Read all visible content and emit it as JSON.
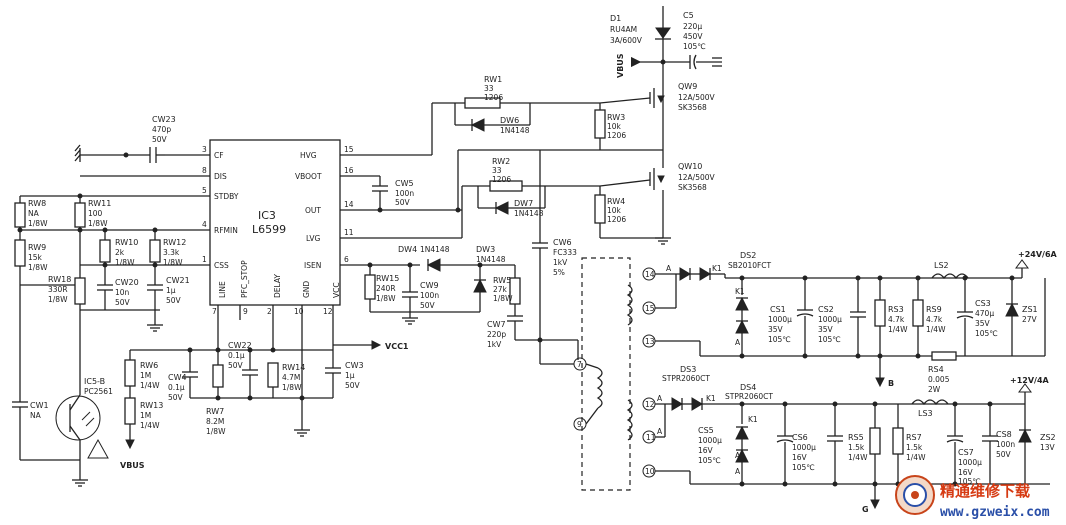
{
  "ic": {
    "ref": "IC3",
    "part": "L6599",
    "pins": [
      {
        "num": "3",
        "name": "CF"
      },
      {
        "num": "8",
        "name": "DIS"
      },
      {
        "num": "5",
        "name": "STDBY"
      },
      {
        "num": "4",
        "name": "RFMIN"
      },
      {
        "num": "1",
        "name": "CSS"
      },
      {
        "num": "7",
        "name": "LINE"
      },
      {
        "num": "9",
        "name": "PFC_STOP"
      },
      {
        "num": "2",
        "name": "DELAY"
      },
      {
        "num": "10",
        "name": "GND"
      },
      {
        "num": "12",
        "name": "VCC"
      },
      {
        "num": "15",
        "name": "HVG"
      },
      {
        "num": "16",
        "name": "VBOOT"
      },
      {
        "num": "14",
        "name": "OUT"
      },
      {
        "num": "11",
        "name": "LVG"
      },
      {
        "num": "6",
        "name": "ISEN"
      }
    ]
  },
  "components": [
    {
      "ref": "D1",
      "lines": [
        "RU4AM",
        "3A/600V"
      ]
    },
    {
      "ref": "C5",
      "lines": [
        "220μ",
        "450V",
        "105℃"
      ]
    },
    {
      "ref": "QW9",
      "lines": [
        "12A/500V",
        "SK3568"
      ]
    },
    {
      "ref": "QW10",
      "lines": [
        "12A/500V",
        "SK3568"
      ]
    },
    {
      "ref": "RW1",
      "lines": [
        "33",
        "1206"
      ]
    },
    {
      "ref": "RW2",
      "lines": [
        "33",
        "1206"
      ]
    },
    {
      "ref": "RW3",
      "lines": [
        "10k",
        "1206"
      ]
    },
    {
      "ref": "RW4",
      "lines": [
        "10k",
        "1206"
      ]
    },
    {
      "ref": "DW6",
      "lines": [
        "1N4148"
      ]
    },
    {
      "ref": "DW7",
      "lines": [
        "1N4148"
      ]
    },
    {
      "ref": "CW23",
      "lines": [
        "470p",
        "50V"
      ]
    },
    {
      "ref": "CW5",
      "lines": [
        "100n",
        "50V"
      ]
    },
    {
      "ref": "RW8",
      "lines": [
        "NA",
        "1/8W"
      ]
    },
    {
      "ref": "RW11",
      "lines": [
        "100",
        "1/8W"
      ]
    },
    {
      "ref": "RW9",
      "lines": [
        "15k",
        "1/8W"
      ]
    },
    {
      "ref": "RW10",
      "lines": [
        "2k",
        "1/8W"
      ]
    },
    {
      "ref": "RW12",
      "lines": [
        "3.3k",
        "1/8W"
      ]
    },
    {
      "ref": "RW18",
      "lines": [
        "330R",
        "1/8W"
      ]
    },
    {
      "ref": "CW20",
      "lines": [
        "10n",
        "50V"
      ]
    },
    {
      "ref": "CW21",
      "lines": [
        "1μ",
        "50V"
      ]
    },
    {
      "ref": "DW4",
      "lines": [
        "1N4148"
      ]
    },
    {
      "ref": "DW3",
      "lines": [
        "1N4148"
      ]
    },
    {
      "ref": "RW15",
      "lines": [
        "240R",
        "1/8W"
      ]
    },
    {
      "ref": "CW9",
      "lines": [
        "100n",
        "50V"
      ]
    },
    {
      "ref": "RW5",
      "lines": [
        "27k",
        "1/8W"
      ]
    },
    {
      "ref": "CW6",
      "lines": [
        "FC333",
        "1kV",
        "5%"
      ]
    },
    {
      "ref": "CW7",
      "lines": [
        "220p",
        "1kV"
      ]
    },
    {
      "ref": "RW6",
      "lines": [
        "1M",
        "1/4W"
      ]
    },
    {
      "ref": "RW13",
      "lines": [
        "1M",
        "1/4W"
      ]
    },
    {
      "ref": "CW4",
      "lines": [
        "0.1μ",
        "50V"
      ]
    },
    {
      "ref": "CW22",
      "lines": [
        "0.1μ",
        "50V"
      ]
    },
    {
      "ref": "RW7",
      "lines": [
        "8.2M",
        "1/8W"
      ]
    },
    {
      "ref": "RW14",
      "lines": [
        "4.7M",
        "1/8W"
      ]
    },
    {
      "ref": "CW3",
      "lines": [
        "1μ",
        "50V"
      ]
    },
    {
      "ref": "CW1",
      "lines": [
        "NA"
      ]
    },
    {
      "ref": "IC5-B",
      "lines": [
        "PC2561"
      ]
    },
    {
      "ref": "DS2",
      "lines": [
        "SB2010FCT"
      ]
    },
    {
      "ref": "CS1",
      "lines": [
        "1000μ",
        "35V",
        "105℃"
      ]
    },
    {
      "ref": "CS2",
      "lines": [
        "1000μ",
        "35V",
        "105℃"
      ]
    },
    {
      "ref": "RS3",
      "lines": [
        "4.7k",
        "1/4W"
      ]
    },
    {
      "ref": "RS9",
      "lines": [
        "4.7k",
        "1/4W"
      ]
    },
    {
      "ref": "CS3",
      "lines": [
        "470μ",
        "35V",
        "105℃"
      ]
    },
    {
      "ref": "ZS1",
      "lines": [
        "27V"
      ]
    },
    {
      "ref": "LS2",
      "lines": []
    },
    {
      "ref": "RS4",
      "lines": [
        "0.005",
        "2W"
      ]
    },
    {
      "ref": "DS3",
      "lines": [
        "STPR2060CT"
      ]
    },
    {
      "ref": "DS4",
      "lines": [
        "STPR2060CT"
      ]
    },
    {
      "ref": "CS5",
      "lines": [
        "1000μ",
        "16V",
        "105℃"
      ]
    },
    {
      "ref": "CS6",
      "lines": [
        "1000μ",
        "16V",
        "105℃"
      ]
    },
    {
      "ref": "RS5",
      "lines": [
        "1.5k",
        "1/4W"
      ]
    },
    {
      "ref": "RS7",
      "lines": [
        "1.5k",
        "1/4W"
      ]
    },
    {
      "ref": "CS7",
      "lines": [
        "1000μ",
        "16V",
        "105℃"
      ]
    },
    {
      "ref": "CS8",
      "lines": [
        "100n",
        "50V"
      ]
    },
    {
      "ref": "ZS2",
      "lines": [
        "13V"
      ]
    },
    {
      "ref": "LS3",
      "lines": []
    }
  ],
  "nets": {
    "vbus_top": "VBUS",
    "vbus_bottom": "VBUS",
    "vcc1": "VCC1",
    "out_24v": "+24V/6A",
    "out_12v": "+12V/4A",
    "node_b": "B",
    "node_g": "G"
  },
  "transformer_pins": [
    "14",
    "15",
    "13",
    "12",
    "11",
    "10",
    "7",
    "9"
  ],
  "diode_pin_labels": [
    "A",
    "K1",
    "K1",
    "A",
    "A",
    "K1",
    "A",
    "A",
    "K1",
    "A"
  ],
  "watermark": {
    "title": "精通维修下载",
    "url": "www.gzweix.com"
  }
}
